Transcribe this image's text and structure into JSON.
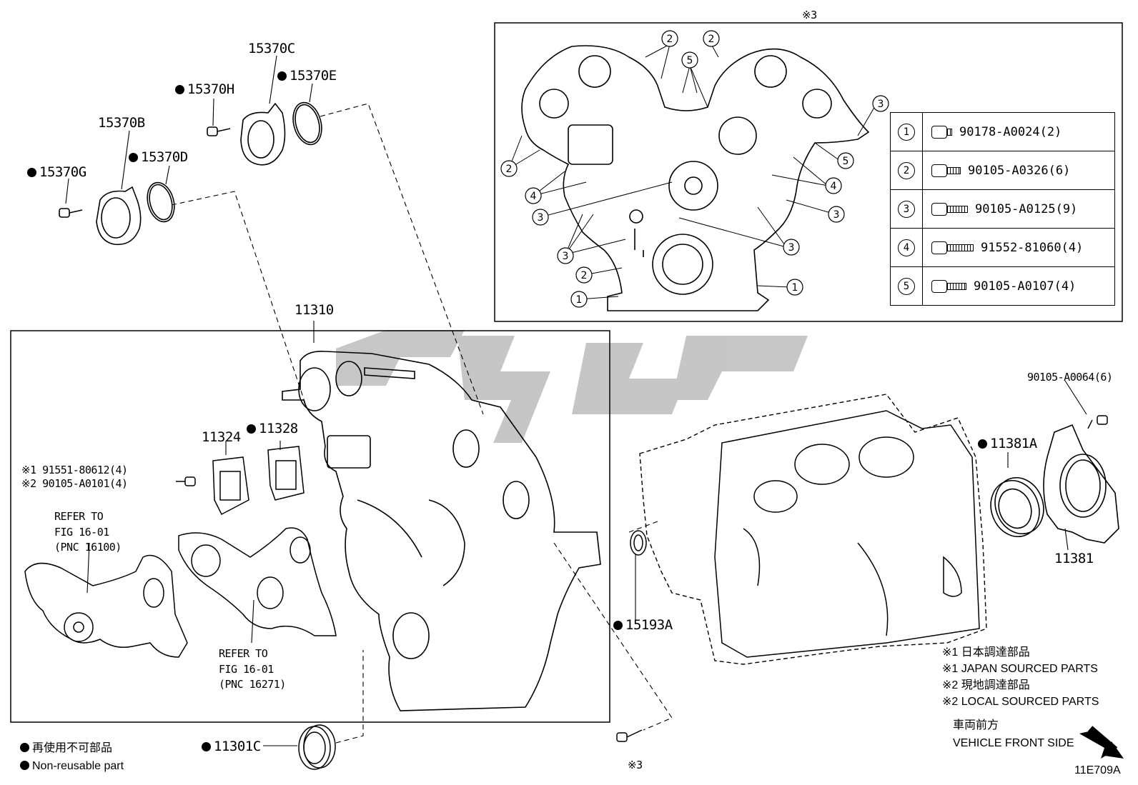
{
  "figure_code": "11E709A",
  "inset": {
    "mark": "※3",
    "legend": [
      {
        "index": "1",
        "part": "90178-A0024(2)"
      },
      {
        "index": "2",
        "part": "90105-A0326(6)"
      },
      {
        "index": "3",
        "part": "90105-A0125(9)"
      },
      {
        "index": "4",
        "part": "91552-81060(4)"
      },
      {
        "index": "5",
        "part": "90105-A0107(4)"
      }
    ]
  },
  "labels": {
    "p15370C": "15370C",
    "p15370E": "15370E",
    "p15370H": "15370H",
    "p15370B": "15370B",
    "p15370D": "15370D",
    "p15370G": "15370G",
    "p11310": "11310",
    "p11324": "11324",
    "p11328": "11328",
    "bolt_j": "※1 91551-80612(4)",
    "bolt_l": "※2 90105-A0101(4)",
    "refer1_a": "REFER TO",
    "refer1_b": "FIG 16-01",
    "refer1_c": "(PNC 16100)",
    "refer2_a": "REFER TO",
    "refer2_b": "FIG 16-01",
    "refer2_c": "(PNC 16271)",
    "p11301C": "11301C",
    "bottom_mark": "※3",
    "p15193A": "15193A",
    "p90105_A0064": "90105-A0064(6)",
    "p11381A": "11381A",
    "p11381": "11381"
  },
  "notes": {
    "n1": "※1 日本調達部品",
    "n2": "※1 JAPAN SOURCED PARTS",
    "n3": "※2 現地調達部品",
    "n4": "※2 LOCAL SOURCED PARTS",
    "dir_jp": "車両前方",
    "dir_en": "VEHICLE FRONT SIDE"
  },
  "bottom_legend": {
    "jp": "再使用不可部品",
    "en": "Non-reusable part"
  }
}
